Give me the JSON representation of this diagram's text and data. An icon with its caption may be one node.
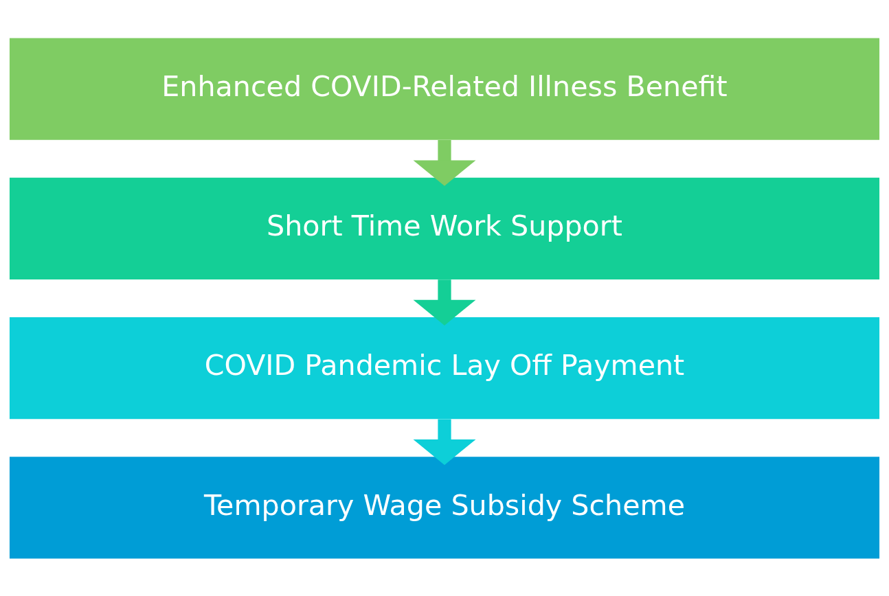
{
  "diagram": {
    "nodes": [
      {
        "text": [
          "Enhanced COVID-Related Illness Benefit"
        ]
      },
      {
        "text": [
          "Short Time Work Support"
        ]
      },
      {
        "text": [
          "COVID Pandemic Lay Off Payment"
        ]
      },
      {
        "text": [
          "Temporary Wage Subsidy Scheme"
        ]
      }
    ],
    "edges": [
      {
        "from": 0,
        "to": 1,
        "arrow": "to",
        "color": "#7fcc63"
      },
      {
        "from": 1,
        "to": 2,
        "arrow": "to",
        "color": "#14cf96"
      },
      {
        "from": 2,
        "to": 3,
        "arrow": "to",
        "color": "#0dcfd8"
      }
    ]
  }
}
